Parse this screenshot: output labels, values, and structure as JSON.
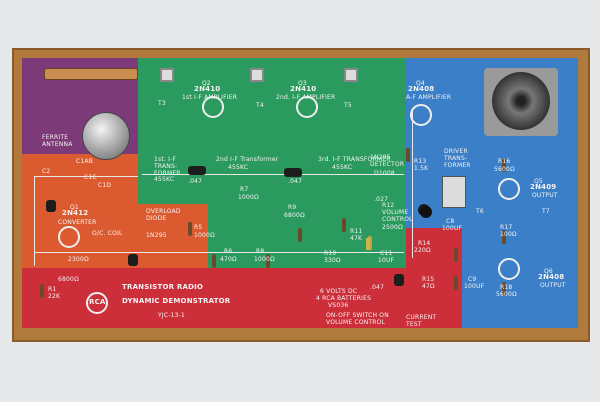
{
  "colors": {
    "frame": "#b07a3d",
    "purple": "#7c3a78",
    "green": "#2a9a5e",
    "orange": "#dc5a30",
    "red": "#cc2e3a",
    "blue": "#3a7fc8",
    "background": "#e6e8ea"
  },
  "sections": {
    "ferrite": {
      "title": "FERRITE ANTENNA"
    },
    "converter": {
      "q": "Q1",
      "type": "2N412",
      "name": "CONVERTER",
      "osc": "O/C. COIL",
      "c1ab": "C1AB",
      "c1c": "C1C",
      "c1d": "C1D",
      "c2": "C2",
      "r1": "R1",
      "r1v": "22K",
      "r2v": "2300Ω",
      "r3v": "6800Ω"
    },
    "overload": {
      "title": "OVERLOAD",
      "diode": "DIODE",
      "part": "1N295"
    },
    "if1": {
      "q": "Q2",
      "type": "2N410",
      "name": "1st I-F AMPLIFIER",
      "t": "T3",
      "sub": "1st. I-F TRANS-FORMER",
      "freq": "455KC",
      "cap": ".047"
    },
    "if2": {
      "q": "Q3",
      "type": "2N410",
      "name": "2nd. I-F AMPLIFIER",
      "t": "T4",
      "sub": "2nd I-F Transformer",
      "freq": "455KC",
      "r": "R7",
      "rv": "1000Ω",
      "cap": ".047"
    },
    "if3": {
      "t": "T5",
      "sub": "3rd. I-F TRANSFORMER",
      "freq": "455KC",
      "det": "1N295 DETECTOR",
      "detn": "D1008",
      "cap": ".027"
    },
    "resistors": {
      "r5": "R5",
      "r5v": "1000Ω",
      "r6": "R6",
      "r6v": "470Ω",
      "r8": "R8",
      "r8v": "1000Ω",
      "r9": "R9",
      "r9v": "6800Ω",
      "r10": "R10",
      "r10v": "330Ω",
      "r11": "R11",
      "r11v": "47K"
    },
    "volume": {
      "r": "R12",
      "name": "VOLUME CONTROL",
      "value": "2500Ω",
      "c11": "C11",
      "c11v": "10UF"
    },
    "af": {
      "q": "Q4",
      "type": "2N408",
      "name": "A-F AMPLIFIER",
      "r13": "R13",
      "r13v": "1.5K",
      "r14": "R14",
      "r14v": "220Ω",
      "r15": "R15",
      "r15v": "47Ω"
    },
    "driver": {
      "title": "DRIVER TRANS-FORMER",
      "c8": "C8",
      "c8v": "100UF",
      "c9": "C9",
      "c9v": "100UF"
    },
    "output": {
      "q5": "Q5",
      "type5": "2N409",
      "name5": "OUTPUT",
      "q6": "Q6",
      "type6": "2N408",
      "name6": "OUTPUT",
      "r16": "R16",
      "r16v": "5600Ω",
      "r17": "R17",
      "r17v": "100Ω",
      "r18": "R18",
      "r18v": "5600Ω",
      "t6": "T6",
      "t7": "T7"
    },
    "footer": {
      "line1": "TRANSISTOR RADIO",
      "line2": "DYNAMIC DEMONSTRATOR",
      "model": "YJC-13-1",
      "battery": "6 VOLTS DC",
      "battery2": "4 RCA BATTERIES",
      "batteryn": "VS036",
      "switch": "ON-OFF SWITCH ON VOLUME CONTROL",
      "current": "CURRENT TEST",
      "cap2": ".047"
    },
    "brand": "RCA"
  }
}
